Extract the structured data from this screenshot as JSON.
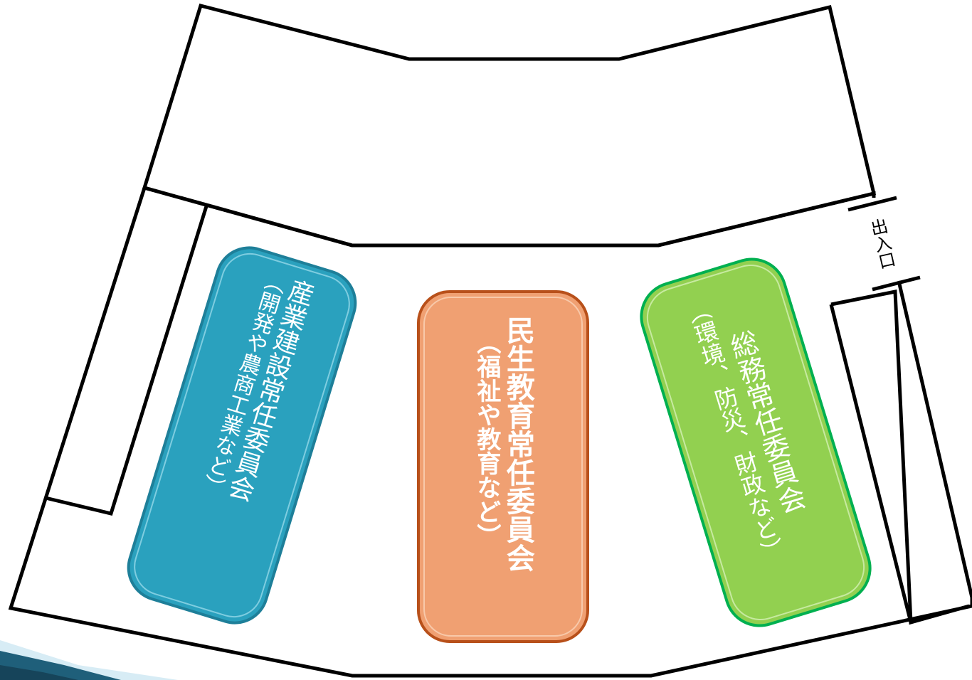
{
  "entrance_label": "出入口",
  "committees": [
    {
      "title": "産業建設常任委員会",
      "subtitle": "（開発や農商工業など）",
      "color": "#2aa1be",
      "border": "#1e7f99",
      "text_color": "#ffffff"
    },
    {
      "title": "民生教育常任委員会",
      "subtitle": "（福祉や教育など）",
      "color": "#f0a072",
      "border": "#b8501a",
      "text_color": "#ffffff"
    },
    {
      "title": "総務常任委員会",
      "subtitle": "（環境、防災、財政など）",
      "color": "#92d050",
      "border": "#00b050",
      "text_color": "#ffffff"
    }
  ]
}
